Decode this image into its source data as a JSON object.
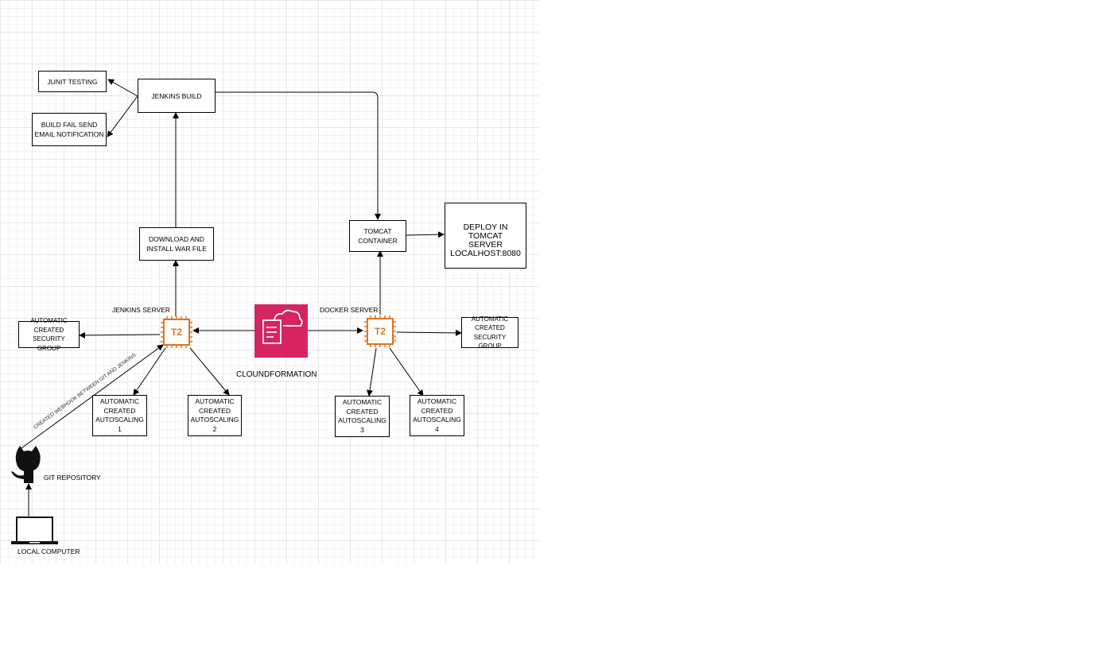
{
  "colors": {
    "ec2_orange": "#e3731e",
    "cloudformation_pink": "#d6245f",
    "line": "#000000"
  },
  "icons": {
    "cloudformation": "cloudformation-icon",
    "ec2": "ec2-t2-instance-icon",
    "github": "github-octocat-icon",
    "laptop": "laptop-icon"
  },
  "nodes": {
    "junit": "JUNIT TESTING",
    "jenkins_build": "JENKINS BUILD",
    "build_fail": [
      "BUILD FAIL SEND",
      "EMAIL NOTIFICATION"
    ],
    "download_war": [
      "DOWNLOAD AND",
      "INSTALL WAR FILE"
    ],
    "tomcat_container": [
      "TOMCAT",
      "CONTAINER"
    ],
    "deploy_tomcat": [
      "DEPLOY IN TOMCAT",
      "SERVER",
      "LOCALHOST:8080"
    ],
    "sg_left": [
      "AUTOMATIC",
      "CREATED",
      "SECURITY GROUP"
    ],
    "sg_right": [
      "AUTOMATIC",
      "CREATED",
      "SECURITY GROUP"
    ],
    "asg1": [
      "AUTOMATIC",
      "CREATED",
      "AUTOSCALING",
      "1"
    ],
    "asg2": [
      "AUTOMATIC",
      "CREATED",
      "AUTOSCALING",
      "2"
    ],
    "asg3": [
      "AUTOMATIC",
      "CREATED",
      "AUTOSCALING",
      "3"
    ],
    "asg4": [
      "AUTOMATIC",
      "CREATED",
      "AUTOSCALING",
      "4"
    ]
  },
  "labels": {
    "jenkins_server": "JENKINS SERVER",
    "docker_server": "DOCKER SERVER",
    "cloudformation": "CLOUNDFORMATION",
    "git_repo": "GIT REPOSITORY",
    "local_computer": "LOCAL COMPUTER",
    "webhook": "CREATED WEBHOOK BETWEEN GIT AND JENKINS",
    "t2_left": "T2",
    "t2_right": "T2"
  }
}
